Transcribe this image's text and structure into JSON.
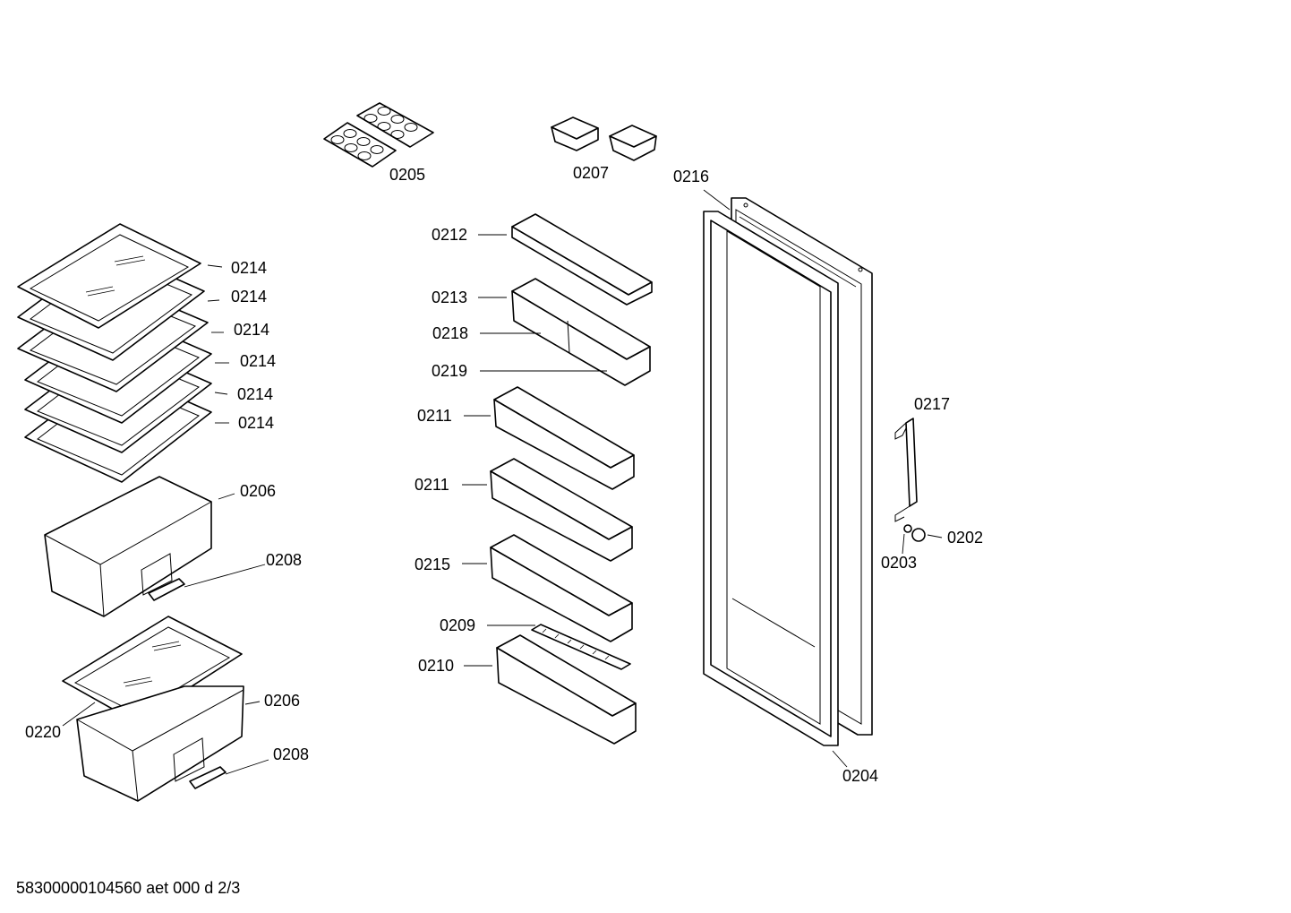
{
  "labels": {
    "l0205": "0205",
    "l0207": "0207",
    "l0216": "0216",
    "l0212": "0212",
    "l0213": "0213",
    "l0218": "0218",
    "l0219": "0219",
    "l0211a": "0211",
    "l0211b": "0211",
    "l0215": "0215",
    "l0209": "0209",
    "l0210": "0210",
    "l0214a": "0214",
    "l0214b": "0214",
    "l0214c": "0214",
    "l0214d": "0214",
    "l0214e": "0214",
    "l0214f": "0214",
    "l0206a": "0206",
    "l0208a": "0208",
    "l0206b": "0206",
    "l0220": "0220",
    "l0208b": "0208",
    "l0217": "0217",
    "l0202": "0202",
    "l0203": "0203",
    "l0204": "0204"
  },
  "footer": "58300000104560 aet 000 d 2/3"
}
